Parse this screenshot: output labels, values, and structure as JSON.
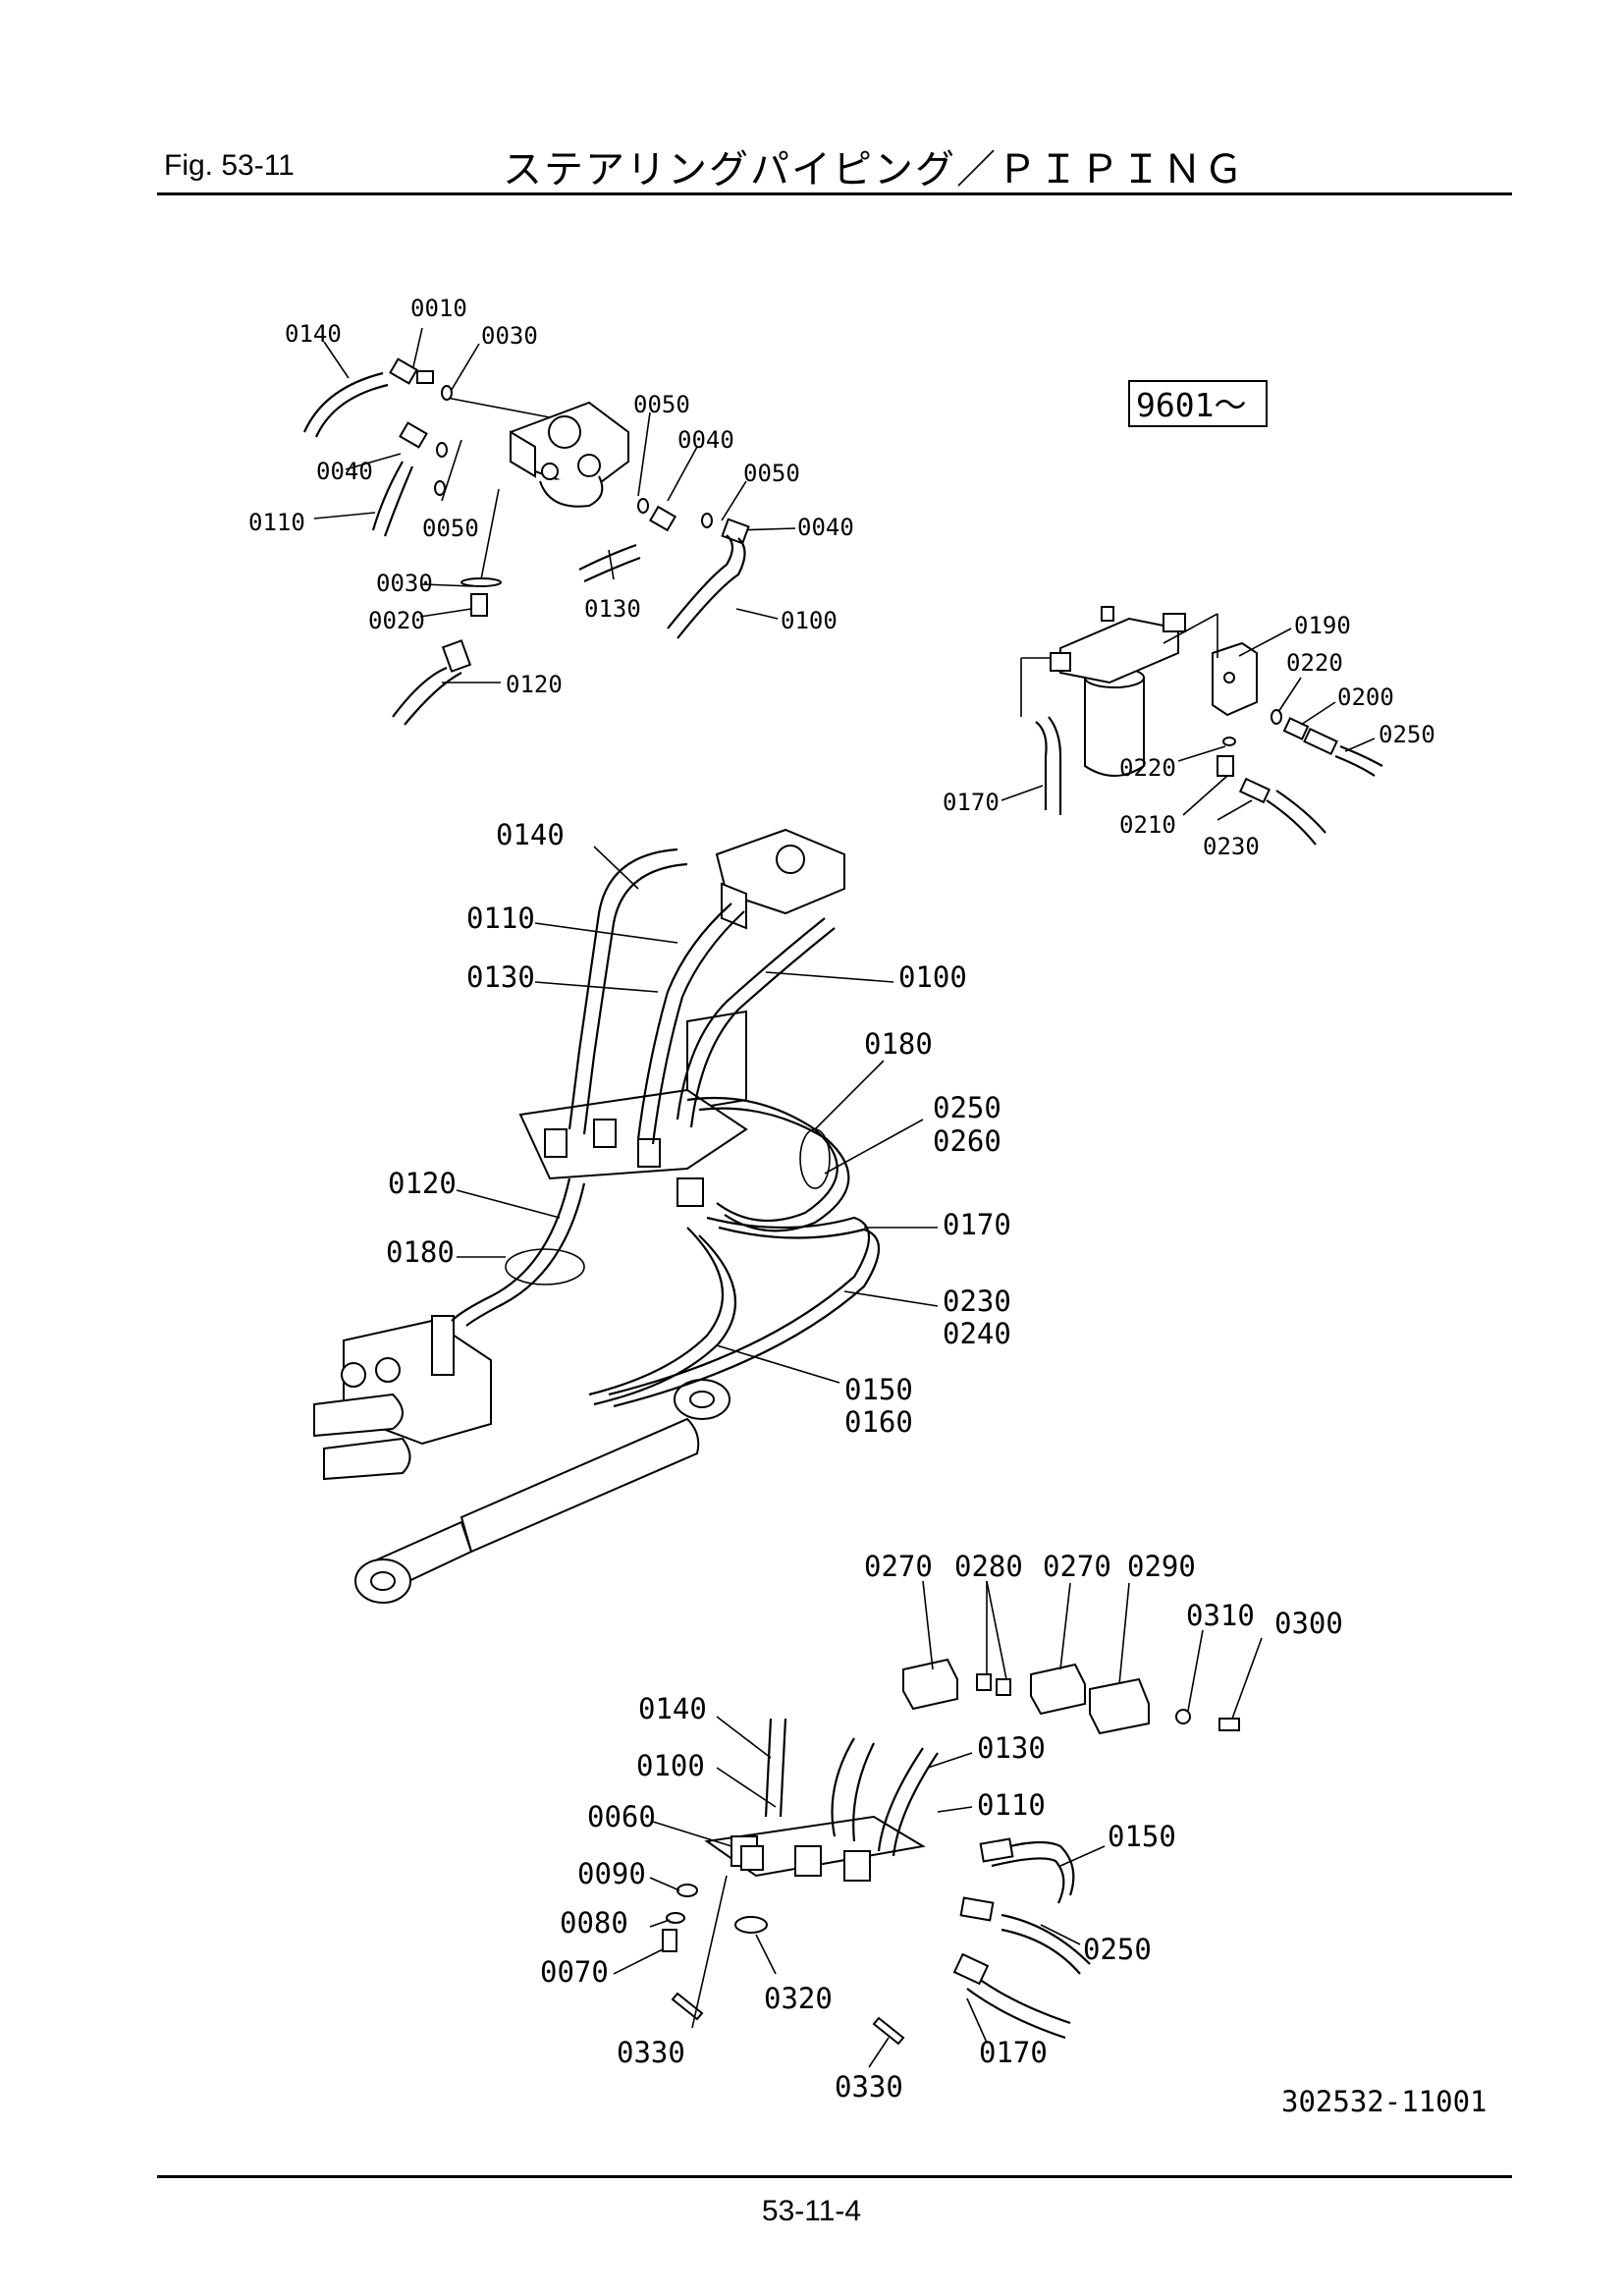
{
  "header": {
    "fig": "Fig.  53-11",
    "title": "ステアリングパイピング／ＰＩＰＩＮＧ"
  },
  "serial_box": "9601～",
  "drawing_number": "302532-11001",
  "page_number": "53-11-4",
  "callouts": {
    "top_left": [
      "0140",
      "0010",
      "0030",
      "0050",
      "0040",
      "0050",
      "0040",
      "0110",
      "0050",
      "0040",
      "0030",
      "0020",
      "0130",
      "0100",
      "0120"
    ],
    "top_right": [
      "0190",
      "0220",
      "0200",
      "0250",
      "0220",
      "0170",
      "0210",
      "0230"
    ],
    "main": [
      "0140",
      "0110",
      "0130",
      "0100",
      "0180",
      "0250",
      "0260",
      "0120",
      "0170",
      "0180",
      "0230",
      "0240",
      "0150",
      "0160"
    ],
    "bottom": [
      "0270",
      "0280",
      "0270",
      "0290",
      "0310",
      "0300",
      "0140",
      "0130",
      "0100",
      "0110",
      "0060",
      "0150",
      "0090",
      "0080",
      "0250",
      "0070",
      "0320",
      "0330",
      "0170",
      "0330"
    ]
  }
}
